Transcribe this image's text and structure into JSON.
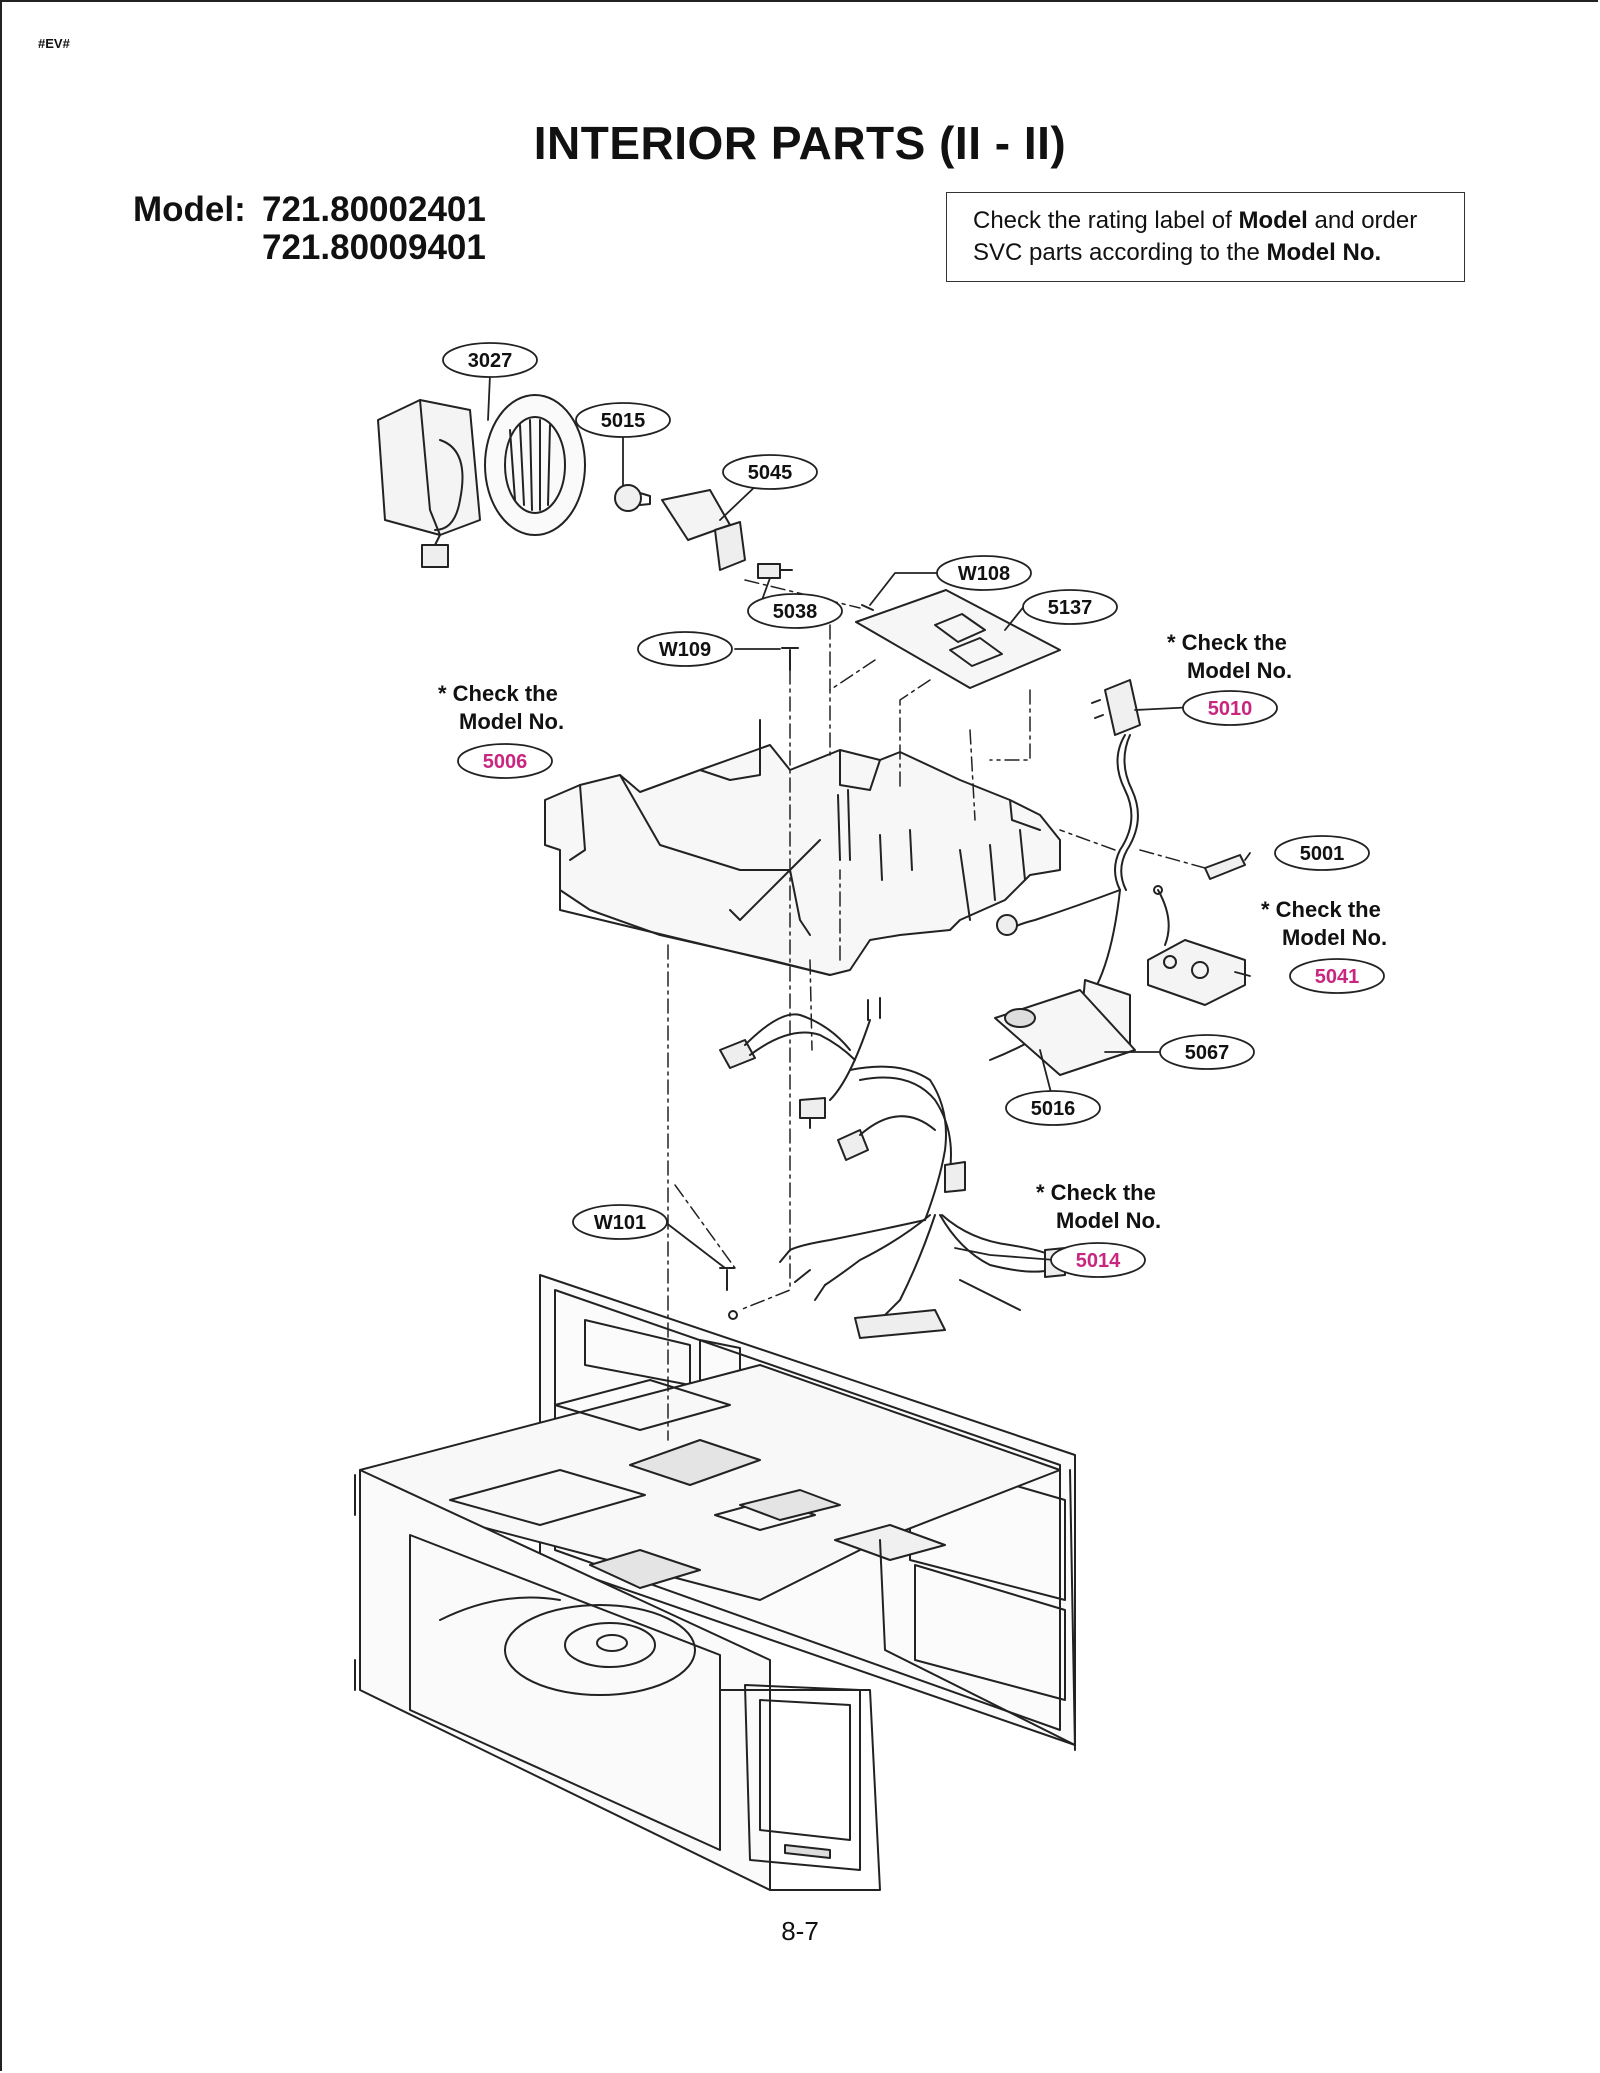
{
  "document": {
    "tag": "#EV#",
    "title": "INTERIOR PARTS (II - II)",
    "model_label": "Model:",
    "models": [
      "721.80002401",
      "721.80009401"
    ],
    "note": {
      "part1": "Check the rating label of ",
      "bold1": "Model",
      "part2": " and order SVC parts according to the ",
      "bold2": "Model No."
    },
    "page_number": "8-7"
  },
  "check_note": {
    "line1": "* Check the",
    "line2": "Model No."
  },
  "callouts": {
    "c3027": "3027",
    "c5015": "5015",
    "c5045": "5045",
    "cW108": "W108",
    "c5038": "5038",
    "c5137": "5137",
    "cW109": "W109",
    "c5006": "5006",
    "c5010": "5010",
    "c5001": "5001",
    "c5041": "5041",
    "c5067": "5067",
    "c5016": "5016",
    "cW101": "W101",
    "c5014": "5014"
  },
  "colors": {
    "highlight_part": "#c8267f",
    "line": "#222222"
  }
}
